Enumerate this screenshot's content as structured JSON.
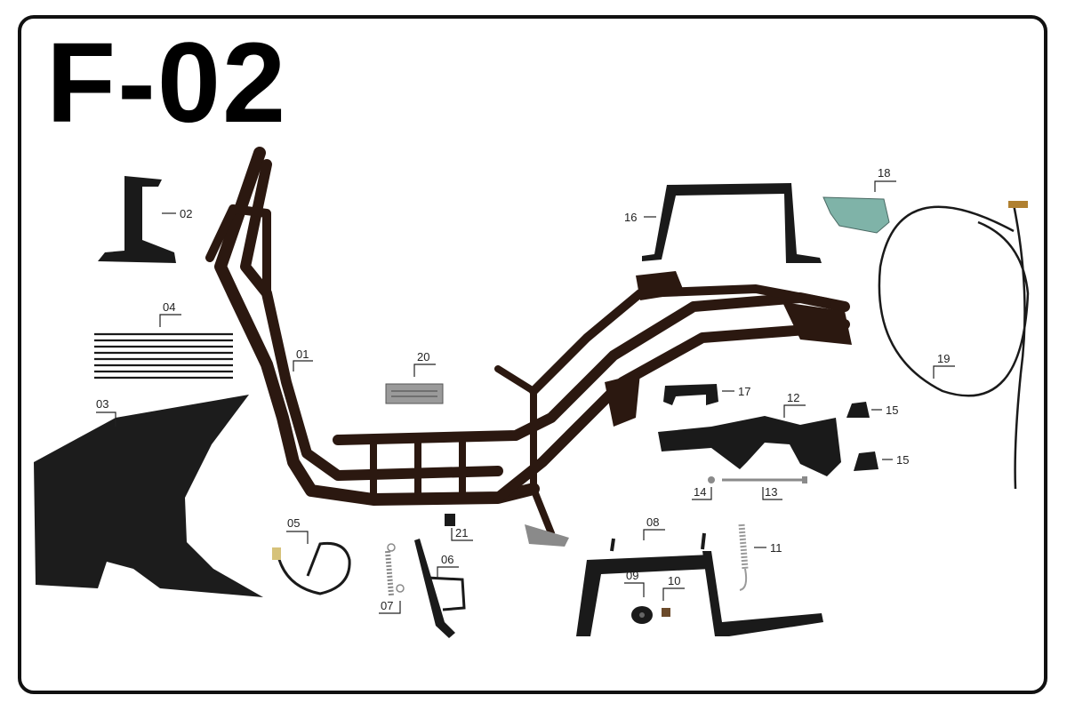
{
  "title": "F-02",
  "colors": {
    "frame": "#2b1810",
    "part": "#1a1a1a",
    "bracket_green": "#7fb3a8",
    "label_plate": "#9a9a9a"
  },
  "callouts": {
    "c01": "01",
    "c02": "02",
    "c03": "03",
    "c04": "04",
    "c05": "05",
    "c06": "06",
    "c07": "07",
    "c08": "08",
    "c09": "09",
    "c10": "10",
    "c11": "11",
    "c12": "12",
    "c13": "13",
    "c14": "14",
    "c15a": "15",
    "c15b": "15",
    "c16": "16",
    "c17": "17",
    "c18": "18",
    "c19": "19",
    "c20": "20",
    "c21": "21"
  }
}
